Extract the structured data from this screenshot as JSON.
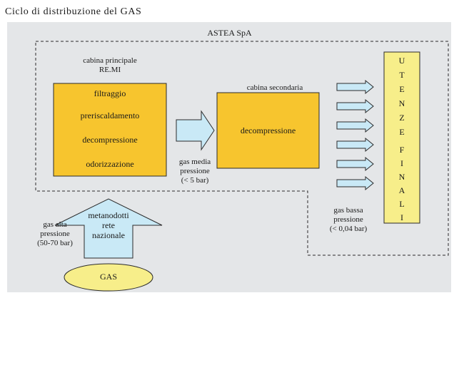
{
  "title": "Ciclo di distribuzione del GAS",
  "company": "ASTEA SpA",
  "cabina_principale": {
    "label_line1": "cabina principale",
    "label_line2": "RE.MI",
    "steps": [
      "filtraggio",
      "preriscaldamento",
      "decompressione",
      "odorizzazione"
    ]
  },
  "cabina_secondaria": {
    "label": "cabina secondaria",
    "step": "decompressione"
  },
  "gas_media": {
    "line1": "gas media",
    "line2": "pressione",
    "line3": "(< 5 bar)"
  },
  "gas_bassa": {
    "line1": "gas bassa",
    "line2": "pressione",
    "line3": "(< 0,04 bar)"
  },
  "gas_alta": {
    "line1": "gas alta",
    "line2": "pressione",
    "line3": "(50-70 bar)"
  },
  "metanodotti": {
    "line1": "metanodotti",
    "line2": "rete",
    "line3": "nazionale"
  },
  "gas_source": "GAS",
  "utenze": [
    "U",
    "T",
    "E",
    "N",
    "Z",
    "E"
  ],
  "finali": [
    "F",
    "I",
    "N",
    "A",
    "L",
    "I"
  ],
  "colors": {
    "panel": "#e4e6e8",
    "box_fill": "#f7c52e",
    "box_border": "#2b2b2b",
    "arrow_fill": "#c9e9f6",
    "arrow_border": "#2b2b2b",
    "ellipse_fill": "#f7ee8a",
    "utenze_fill": "#f7ee8a"
  }
}
